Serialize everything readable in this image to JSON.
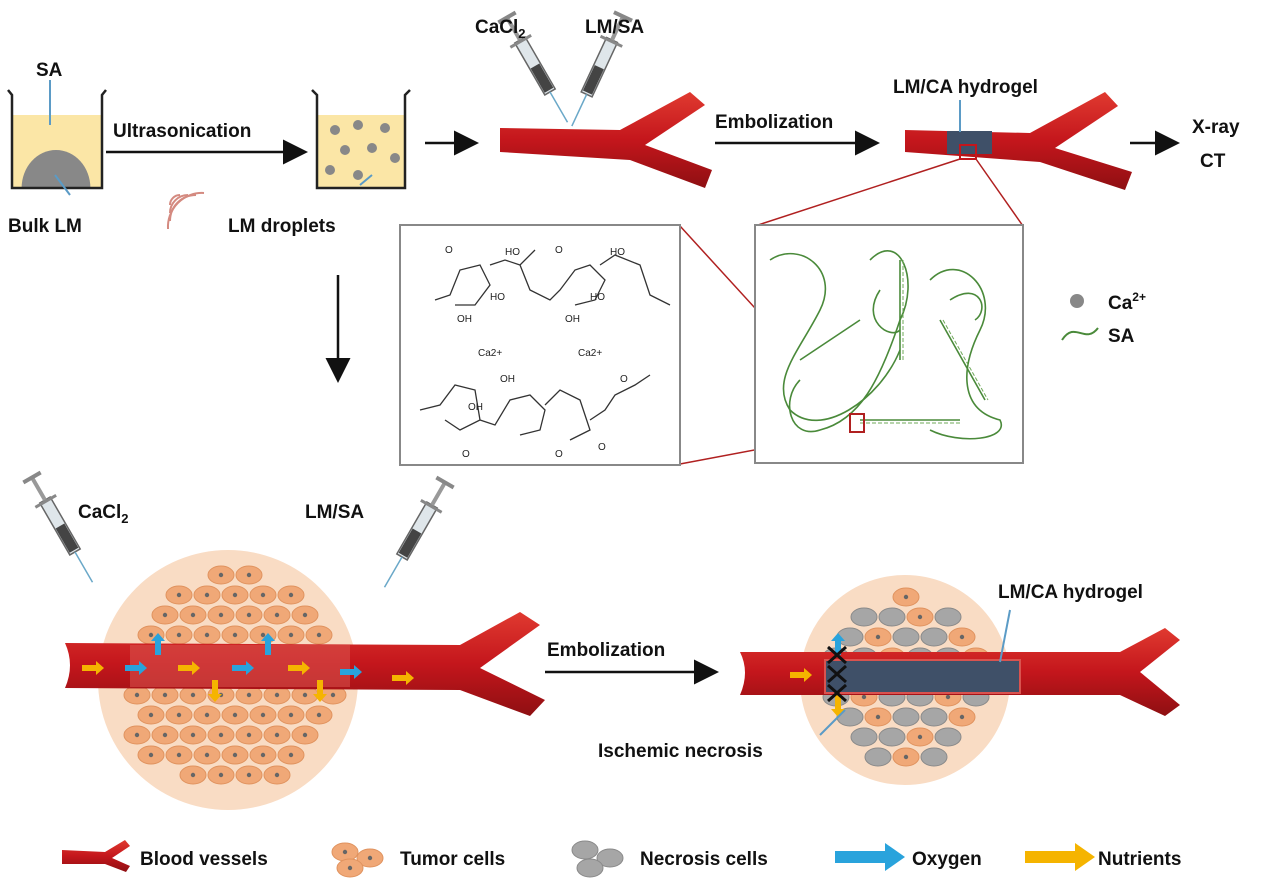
{
  "top": {
    "sa_label": "SA",
    "bulk_lm_label": "Bulk LM",
    "ultrasonication_label": "Ultrasonication",
    "lm_droplets_label": "LM droplets",
    "cacl2_label": "CaCl",
    "cacl2_sub": "2",
    "lmsa_label": "LM/SA",
    "embolization_label": "Embolization",
    "hydrogel_label": "LM/CA hydrogel",
    "xray_label": "X-ray",
    "ct_label": "CT"
  },
  "chemistry": {
    "ca_label_1": "Ca2+",
    "ca_label_2": "Ca2+",
    "fragments": [
      "O",
      "O",
      "HO",
      "HO",
      "HO",
      "HO",
      "OH",
      "OH",
      "OH",
      "OH",
      "O",
      "O",
      "O",
      "O"
    ]
  },
  "network_legend": {
    "ca_label": "Ca",
    "ca_sup": "2+",
    "sa_label": "SA"
  },
  "bottom": {
    "cacl2_label": "CaCl",
    "cacl2_sub": "2",
    "lmsa_label": "LM/SA",
    "embolization_label": "Embolization",
    "hydrogel_label": "LM/CA hydrogel",
    "necrosis_label": "Ischemic necrosis"
  },
  "legend": [
    {
      "label": "Blood vessels",
      "icon": "blood-vessel-icon"
    },
    {
      "label": "Tumor cells",
      "icon": "tumor-cells-icon"
    },
    {
      "label": "Necrosis cells",
      "icon": "necrosis-cells-icon"
    },
    {
      "label": "Oxygen",
      "icon": "blue-arrow-icon"
    },
    {
      "label": "Nutrients",
      "icon": "yellow-arrow-icon"
    }
  ],
  "colors": {
    "vessel": "#c4161c",
    "hydrogel": "#3f5068",
    "tumor_bg": "#f9dcc4",
    "tumor_cell": "#f0a877",
    "necrosis_cell": "#a6a6a6",
    "oxygen": "#29a3dc",
    "nutrients": "#f5b400",
    "sa_chain": "#4a8a3a",
    "solution": "#fbe6a6"
  }
}
